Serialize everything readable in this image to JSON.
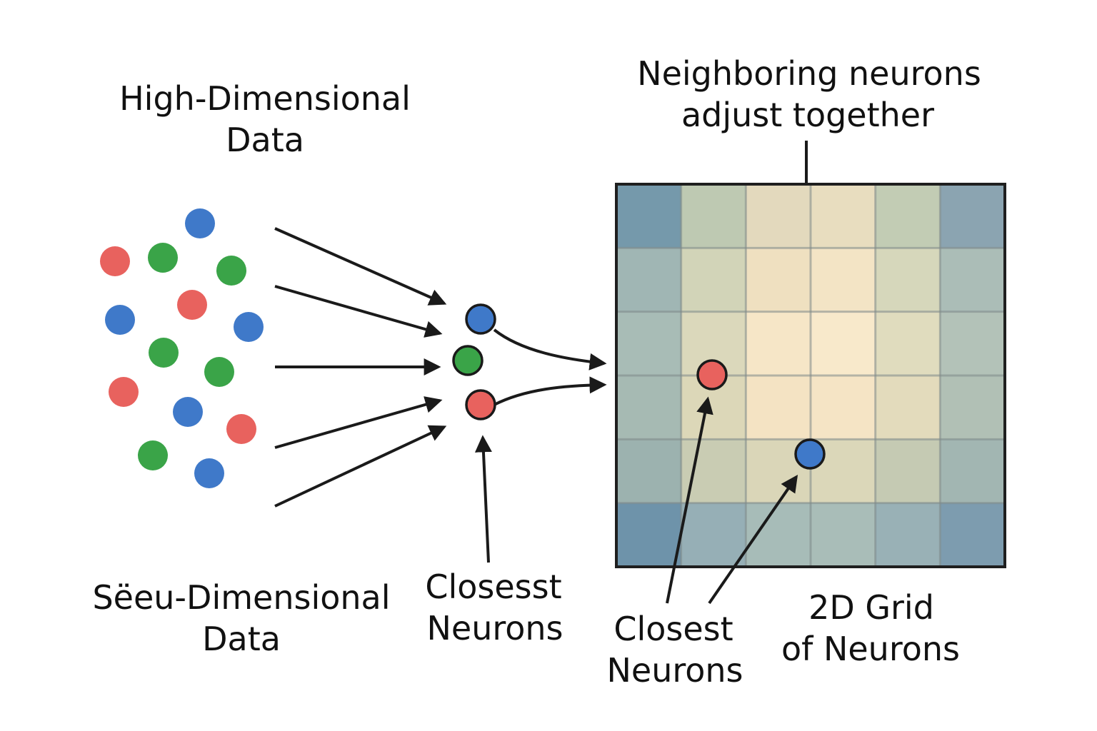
{
  "labels": {
    "high_dim_line1": "High-Dimensional",
    "high_dim_line2": "Data",
    "low_dim_line1": "Sëeu-Dimensional",
    "low_dim_line2": "Data",
    "closest_mid_line1": "Closesst",
    "closest_mid_line2": "Neurons",
    "neighboring_line1": "Neighboring neurons",
    "neighboring_line2": "adjust together",
    "closest_right_line1": "Closest",
    "closest_right_line2": "Neurons",
    "grid_line1": "2D Grid",
    "grid_line2": "of Neurons"
  },
  "colors": {
    "red": "#e8625e",
    "green": "#3aa448",
    "blue": "#3f79c9"
  },
  "scatter_points": [
    {
      "color": "blue"
    },
    {
      "color": "red"
    },
    {
      "color": "green"
    },
    {
      "color": "green"
    },
    {
      "color": "red"
    },
    {
      "color": "blue"
    },
    {
      "color": "blue"
    },
    {
      "color": "green"
    },
    {
      "color": "green"
    },
    {
      "color": "red"
    },
    {
      "color": "blue"
    },
    {
      "color": "red"
    },
    {
      "color": "green"
    },
    {
      "color": "blue"
    }
  ],
  "selected_neurons": [
    {
      "color": "blue"
    },
    {
      "color": "green"
    },
    {
      "color": "red"
    }
  ],
  "grid": {
    "rows": 6,
    "cols": 6,
    "cell_colors": [
      [
        "#7599ab",
        "#bec9b2",
        "#e3d9bd",
        "#e8ddbf",
        "#c2ccb4",
        "#8ba4b1"
      ],
      [
        "#a0b6b4",
        "#d2d4b8",
        "#efe0c0",
        "#f3e4c5",
        "#d6d7bb",
        "#abbdb7"
      ],
      [
        "#a8bcb6",
        "#dbd8bb",
        "#f6e6c7",
        "#f8e9cb",
        "#e0dcbe",
        "#b3c2b8"
      ],
      [
        "#a6bab3",
        "#dcd7b8",
        "#f4e3c3",
        "#f5e4c5",
        "#e3dbbc",
        "#b1c0b5"
      ],
      [
        "#9cb2af",
        "#c9ccb3",
        "#dad6b8",
        "#dbd7b9",
        "#c5cab3",
        "#a2b6b2"
      ],
      [
        "#6e93aa",
        "#96afb6",
        "#a7bcb8",
        "#a9bdb8",
        "#99b1b6",
        "#7d9caf"
      ]
    ],
    "neurons": [
      {
        "color": "red"
      },
      {
        "color": "blue"
      }
    ]
  }
}
